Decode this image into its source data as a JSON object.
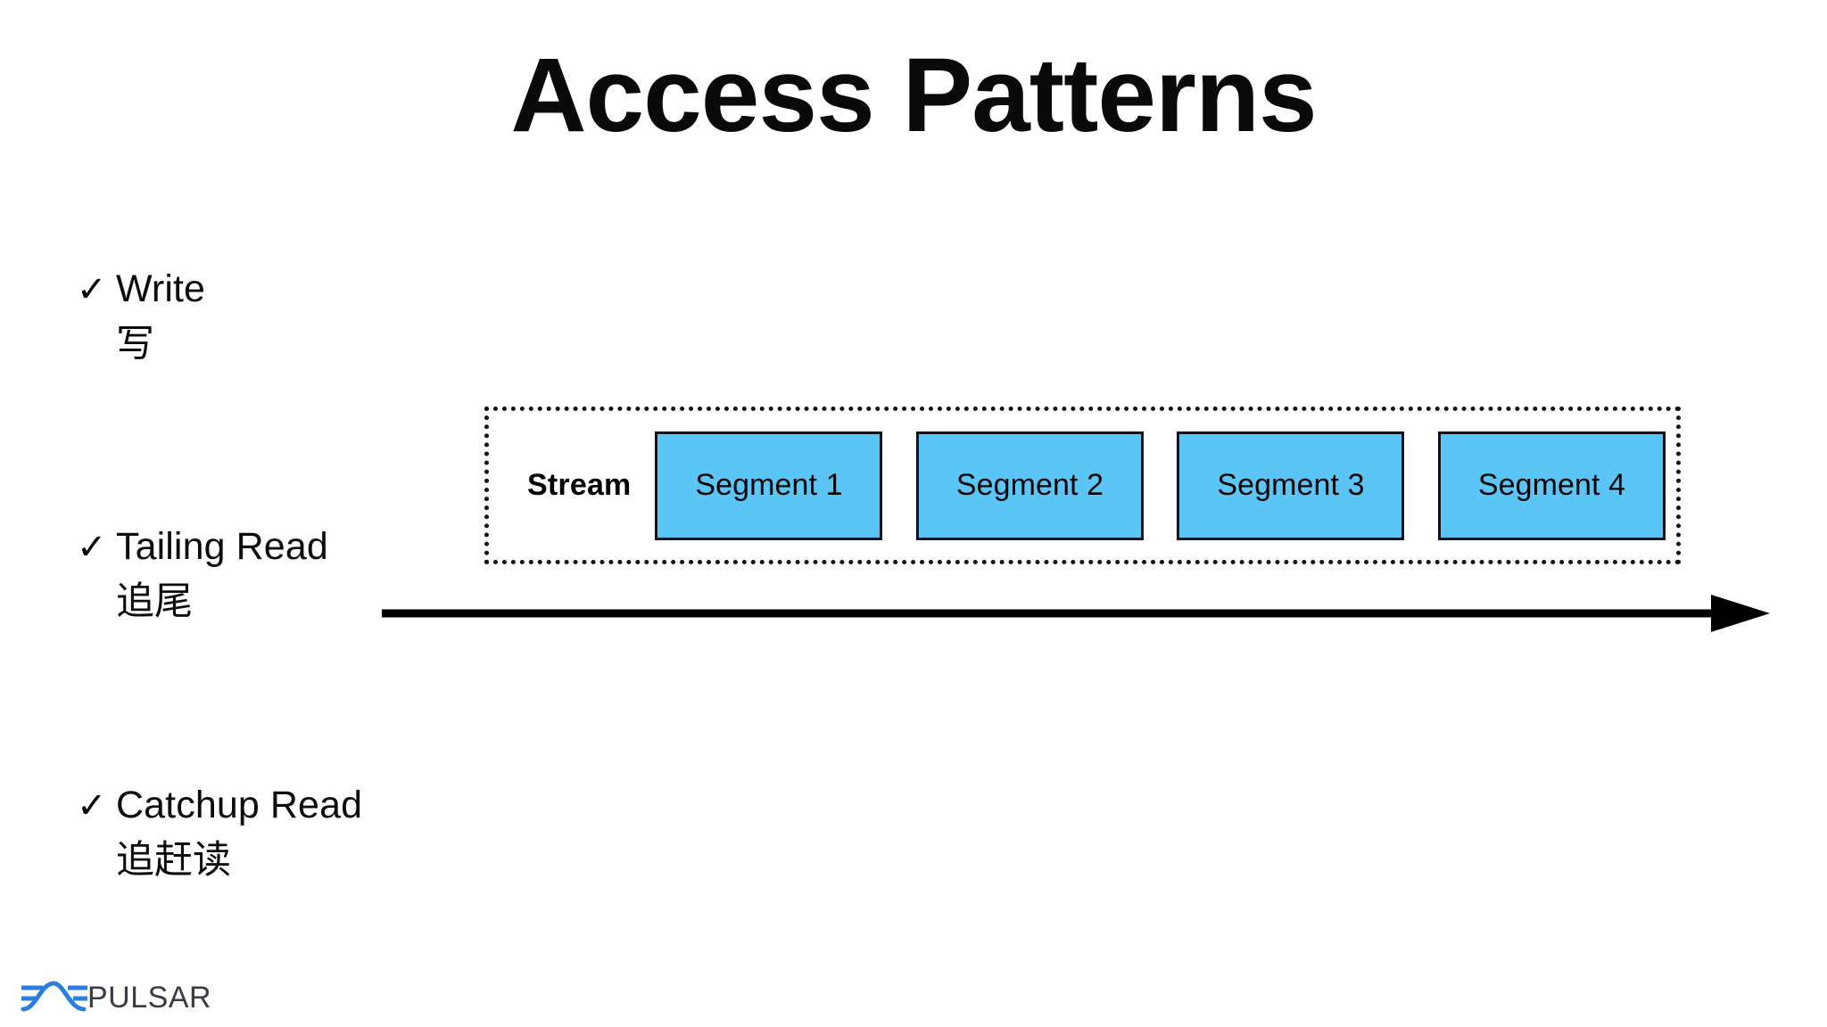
{
  "slide": {
    "title": "Access Patterns",
    "background_color": "#ffffff"
  },
  "bullets": [
    {
      "check": "✓",
      "label": "Write",
      "translation": "写"
    },
    {
      "check": "✓",
      "label": "Tailing Read",
      "translation": "追尾"
    },
    {
      "check": "✓",
      "label": "Catchup Read",
      "translation": "追赶读"
    }
  ],
  "diagram": {
    "stream_label": "Stream",
    "segment_fill_color": "#5bc5f5",
    "segment_border_color": "#10131a",
    "container_border_color": "#111111",
    "segments": [
      {
        "label": "Segment 1"
      },
      {
        "label": "Segment 2"
      },
      {
        "label": "Segment 3"
      },
      {
        "label": "Segment 4"
      }
    ],
    "arrow": {
      "name": "time-axis-arrow",
      "color": "#000000",
      "direction": "right"
    }
  },
  "logo": {
    "wordmark": "PULSAR",
    "mark_color": "#2a7de1",
    "wordmark_color": "#3b3b43"
  }
}
